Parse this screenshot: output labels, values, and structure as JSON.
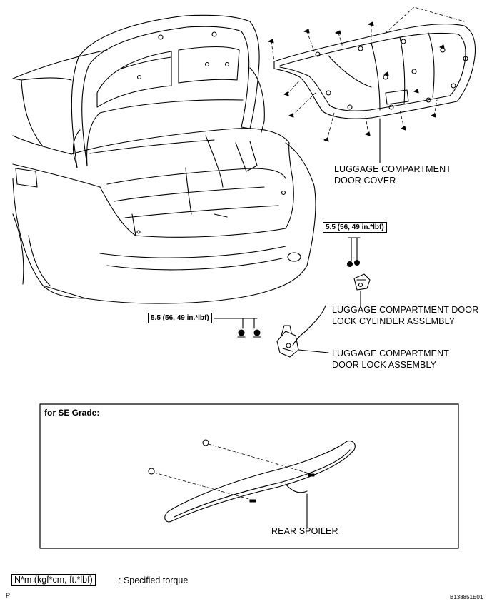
{
  "labels": {
    "cover_line1": "LUGGAGE COMPARTMENT",
    "cover_line2": "DOOR COVER",
    "cylinder_line1": "LUGGAGE COMPARTMENT DOOR",
    "cylinder_line2": "LOCK CYLINDER ASSEMBLY",
    "lock_line1": "LUGGAGE COMPARTMENT",
    "lock_line2": "DOOR LOCK ASSEMBLY",
    "rear_spoiler": "REAR SPOILER"
  },
  "torque": {
    "cylinder_spec": "5.5 (56, 49 in.*lbf)",
    "lock_spec": "5.5 (56, 49 in.*lbf)"
  },
  "se_grade": {
    "title": "for SE Grade:"
  },
  "legend": {
    "unit_box": "N*m (kgf*cm, ft.*lbf)",
    "description": ": Specified torque"
  },
  "footer": {
    "left_mark": "P",
    "figure_id": "B138851E01"
  }
}
